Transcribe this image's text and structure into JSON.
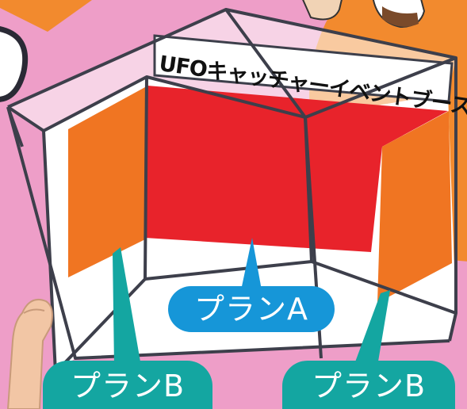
{
  "booth_sign": "UFOキャッチャーイベントブース",
  "plans": {
    "a_label": "プランA",
    "b_left_label": "プランB",
    "b_right_label": "プランB"
  },
  "colors": {
    "background": "#ee9ec8",
    "accent_orange": "#f28a2e",
    "plan_a_wall": "#e8232b",
    "plan_b_wall": "#f07522",
    "plan_a_pill": "#1696d8",
    "plan_b_pill": "#14a6a1",
    "frame": "#3d3f4b"
  }
}
